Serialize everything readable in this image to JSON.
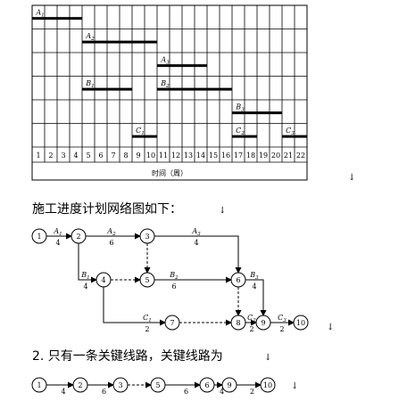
{
  "gantt": {
    "time_label": "时间（周）",
    "days": [
      "1",
      "2",
      "3",
      "4",
      "5",
      "6",
      "7",
      "8",
      "9",
      "10",
      "11",
      "12",
      "13",
      "14",
      "15",
      "16",
      "17",
      "18",
      "19",
      "20",
      "21",
      "22"
    ],
    "bars": [
      {
        "label": "A1",
        "start": 1,
        "end": 4,
        "row": 0
      },
      {
        "label": "A2",
        "start": 5,
        "end": 10,
        "row": 1
      },
      {
        "label": "A3",
        "start": 11,
        "end": 14,
        "row": 2
      },
      {
        "label": "B1",
        "start": 5,
        "end": 8,
        "row": 3
      },
      {
        "label": "B2",
        "start": 11,
        "end": 16,
        "row": 3
      },
      {
        "label": "B3",
        "start": 17,
        "end": 20,
        "row": 4
      },
      {
        "label": "C1",
        "start": 9,
        "end": 10,
        "row": 5
      },
      {
        "label": "C2",
        "start": 17,
        "end": 18,
        "row": 5
      },
      {
        "label": "C3",
        "start": 21,
        "end": 22,
        "row": 5
      }
    ]
  },
  "arrows": [
    "↓",
    "↓",
    "↓",
    "↓"
  ],
  "heading1": "施工进度计划网络图如下：",
  "network": {
    "nodes": [
      "1",
      "2",
      "3",
      "4",
      "5",
      "6",
      "7",
      "8",
      "9",
      "10"
    ],
    "activities": [
      {
        "name": "A1",
        "duration": "4"
      },
      {
        "name": "A2",
        "duration": "6"
      },
      {
        "name": "A3",
        "duration": "4"
      },
      {
        "name": "B1",
        "duration": "4"
      },
      {
        "name": "B2",
        "duration": "6"
      },
      {
        "name": "B3",
        "duration": "4"
      },
      {
        "name": "C1",
        "duration": "2"
      },
      {
        "name": "C2",
        "duration": "2"
      },
      {
        "name": "C3",
        "duration": "2"
      }
    ]
  },
  "heading2": "2. 只有一条关键线路，关键线路为",
  "critical_path": {
    "nodes": [
      "1",
      "2",
      "3",
      "5",
      "6",
      "9",
      "10"
    ],
    "durations": [
      "4",
      "6",
      "",
      "6",
      "4",
      "2"
    ]
  }
}
